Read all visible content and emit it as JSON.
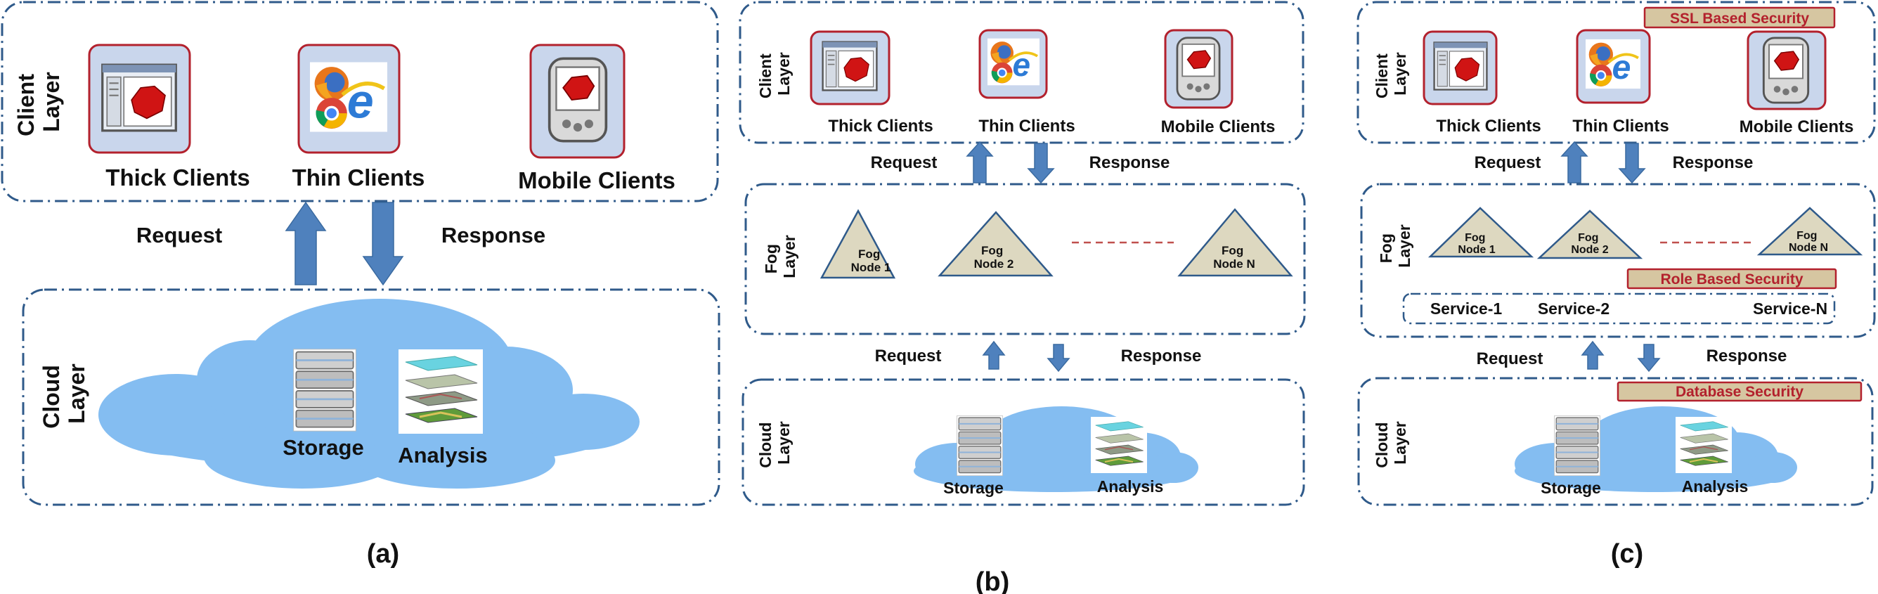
{
  "panels": {
    "a": {
      "caption": "(a)",
      "client_layer_label": "Client\nLayer",
      "cloud_layer_label": "Cloud\nLayer",
      "clients": [
        "Thick Clients",
        "Thin Clients",
        "Mobile Clients"
      ],
      "request": "Request",
      "response": "Response",
      "storage": "Storage",
      "analysis": "Analysis"
    },
    "b": {
      "caption": "(b)",
      "client_layer_label": "Client\nLayer",
      "fog_layer_label": "Fog\nLayer",
      "cloud_layer_label": "Cloud\nLayer",
      "clients": [
        "Thick Clients",
        "Thin Clients",
        "Mobile Clients"
      ],
      "request_top": "Request",
      "response_top": "Response",
      "request_bottom": "Request",
      "response_bottom": "Response",
      "fog_nodes": [
        "Fog\nNode 1",
        "Fog\nNode 2",
        "Fog\nNode N"
      ],
      "storage": "Storage",
      "analysis": "Analysis"
    },
    "c": {
      "caption": "(c)",
      "client_layer_label": "Client\nLayer",
      "fog_layer_label": "Fog\nLayer",
      "cloud_layer_label": "Cloud\nLayer",
      "clients": [
        "Thick Clients",
        "Thin Clients",
        "Mobile Clients"
      ],
      "request_top": "Request",
      "response_top": "Response",
      "request_bottom": "Request",
      "response_bottom": "Response",
      "fog_nodes": [
        "Fog\nNode 1",
        "Fog\nNode 2",
        "Fog\nNode N"
      ],
      "services": [
        "Service-1",
        "Service-2",
        "Service-N"
      ],
      "ssl_security": "SSL Based Security",
      "role_security": "Role Based Security",
      "database_security": "Database Security",
      "storage": "Storage",
      "analysis": "Analysis"
    }
  },
  "colors": {
    "layer_border": "#2f5a8a",
    "client_fill": "#c9d6ec",
    "client_border": "#b3212d",
    "arrow": "#4f81bd",
    "cloud": "#84bdf1",
    "fog_node": "#ddd8c0",
    "security_badge": "#d6c6a1",
    "security_text": "#b3212d"
  },
  "icons": [
    "thick-client-icon",
    "browser-icons",
    "mobile-device-icon",
    "storage-server-icon",
    "layered-map-icon"
  ]
}
